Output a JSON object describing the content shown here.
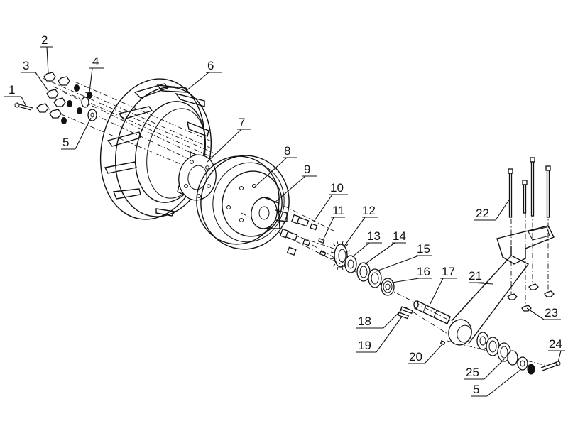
{
  "diagram": {
    "callouts": [
      {
        "id": "c1",
        "text": "1"
      },
      {
        "id": "c2",
        "text": "2"
      },
      {
        "id": "c3",
        "text": "3"
      },
      {
        "id": "c4",
        "text": "4"
      },
      {
        "id": "c5a",
        "text": "5"
      },
      {
        "id": "c6",
        "text": "6"
      },
      {
        "id": "c7",
        "text": "7"
      },
      {
        "id": "c8",
        "text": "8"
      },
      {
        "id": "c9",
        "text": "9"
      },
      {
        "id": "c10",
        "text": "10"
      },
      {
        "id": "c11",
        "text": "11"
      },
      {
        "id": "c12",
        "text": "12"
      },
      {
        "id": "c13",
        "text": "13"
      },
      {
        "id": "c14",
        "text": "14"
      },
      {
        "id": "c15",
        "text": "15"
      },
      {
        "id": "c16",
        "text": "16"
      },
      {
        "id": "c17",
        "text": "17"
      },
      {
        "id": "c18",
        "text": "18"
      },
      {
        "id": "c19",
        "text": "19"
      },
      {
        "id": "c20",
        "text": "20"
      },
      {
        "id": "c21",
        "text": "21"
      },
      {
        "id": "c22",
        "text": "22"
      },
      {
        "id": "c23",
        "text": "23"
      },
      {
        "id": "c24",
        "text": "24"
      },
      {
        "id": "c25",
        "text": "25"
      },
      {
        "id": "c5b",
        "text": "5"
      }
    ]
  }
}
